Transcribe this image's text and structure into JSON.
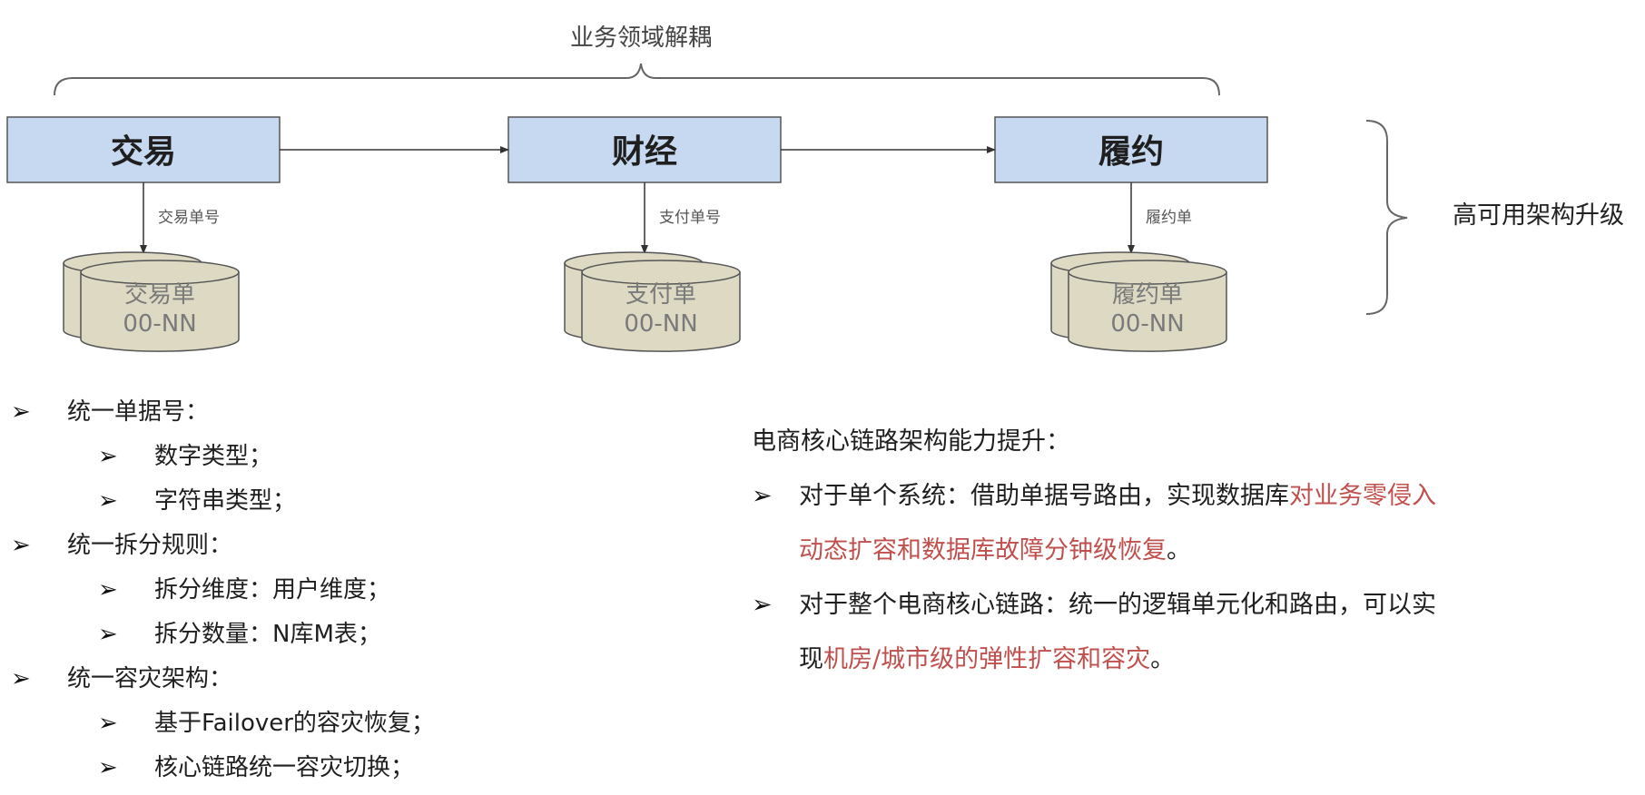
{
  "top_label": "业务领域解耦",
  "side_label": "高可用架构升级",
  "services": [
    {
      "name": "交易",
      "edge_label": "交易单号",
      "db_line1": "交易单",
      "db_line2": "00-NN"
    },
    {
      "name": "财经",
      "edge_label": "支付单号",
      "db_line1": "支付单",
      "db_line2": "00-NN"
    },
    {
      "name": "履约",
      "edge_label": "履约单",
      "db_line1": "履约单",
      "db_line2": "00-NN"
    }
  ],
  "left_list": [
    {
      "level": 1,
      "text": "统一单据号："
    },
    {
      "level": 2,
      "text": "数字类型；"
    },
    {
      "level": 2,
      "text": "字符串类型；"
    },
    {
      "level": 1,
      "text": "统一拆分规则："
    },
    {
      "level": 2,
      "text": "拆分维度：用户维度；"
    },
    {
      "level": 2,
      "text": "拆分数量：N库M表；"
    },
    {
      "level": 1,
      "text": "统一容灾架构："
    },
    {
      "level": 2,
      "text": "基于Failover的容灾恢复；"
    },
    {
      "level": 2,
      "text": "核心链路统一容灾切换；"
    }
  ],
  "right_block": {
    "heading": "电商核心链路架构能力提升：",
    "item1_plain": "对于单个系统：借助单据号路由，实现数据库",
    "item1_red_a": "对业务零侵入",
    "item1_red_b": "动态扩容和数据库故障分钟级恢复",
    "item1_end": "。",
    "item2_plain": "对于整个电商核心链路：统一的逻辑单元化和路由，可以实",
    "item2_plain2": "现",
    "item2_red": "机房/城市级的弹性扩容和容灾",
    "item2_end": "。"
  },
  "colors": {
    "box_fill": "#c6d9f0",
    "db_fill": "#ddd9c3",
    "accent_red": "#c0504d"
  },
  "icons": {
    "bullet": "arrow-bullet-icon"
  }
}
